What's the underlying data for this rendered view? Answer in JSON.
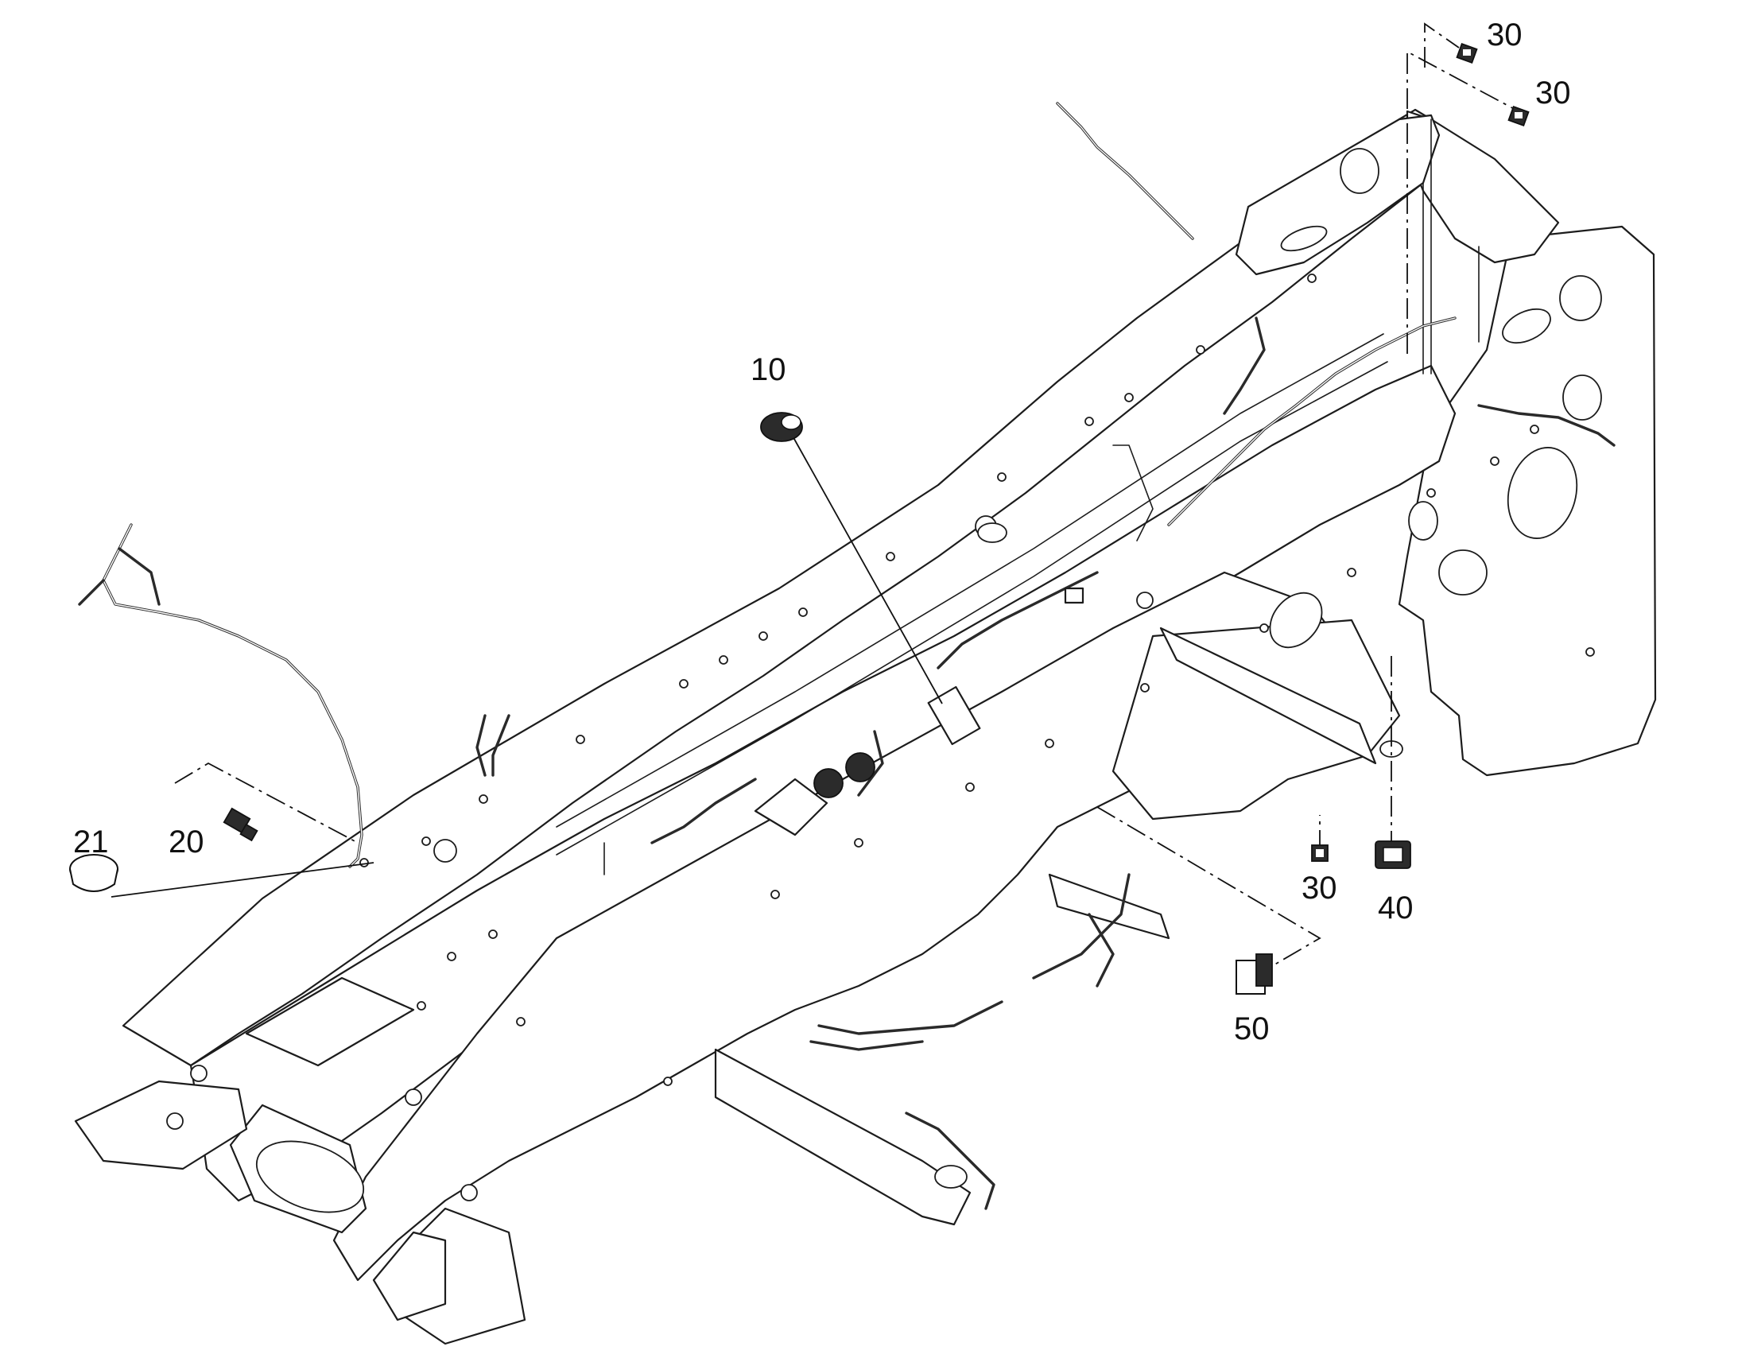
{
  "callouts": {
    "c10": "10",
    "c20": "20",
    "c21": "21",
    "c30_top": "30",
    "c30_upper": "30",
    "c30_lower": "30",
    "c40": "40",
    "c50": "50"
  },
  "colors": {
    "line": "#1c1c1c",
    "background": "#ffffff",
    "part_fill": "#2b2b2b"
  },
  "icons": {
    "grommet": "grommet-icon",
    "plug": "plug-icon",
    "connector": "connector-icon",
    "clip": "clip-icon",
    "switch": "switch-icon"
  }
}
